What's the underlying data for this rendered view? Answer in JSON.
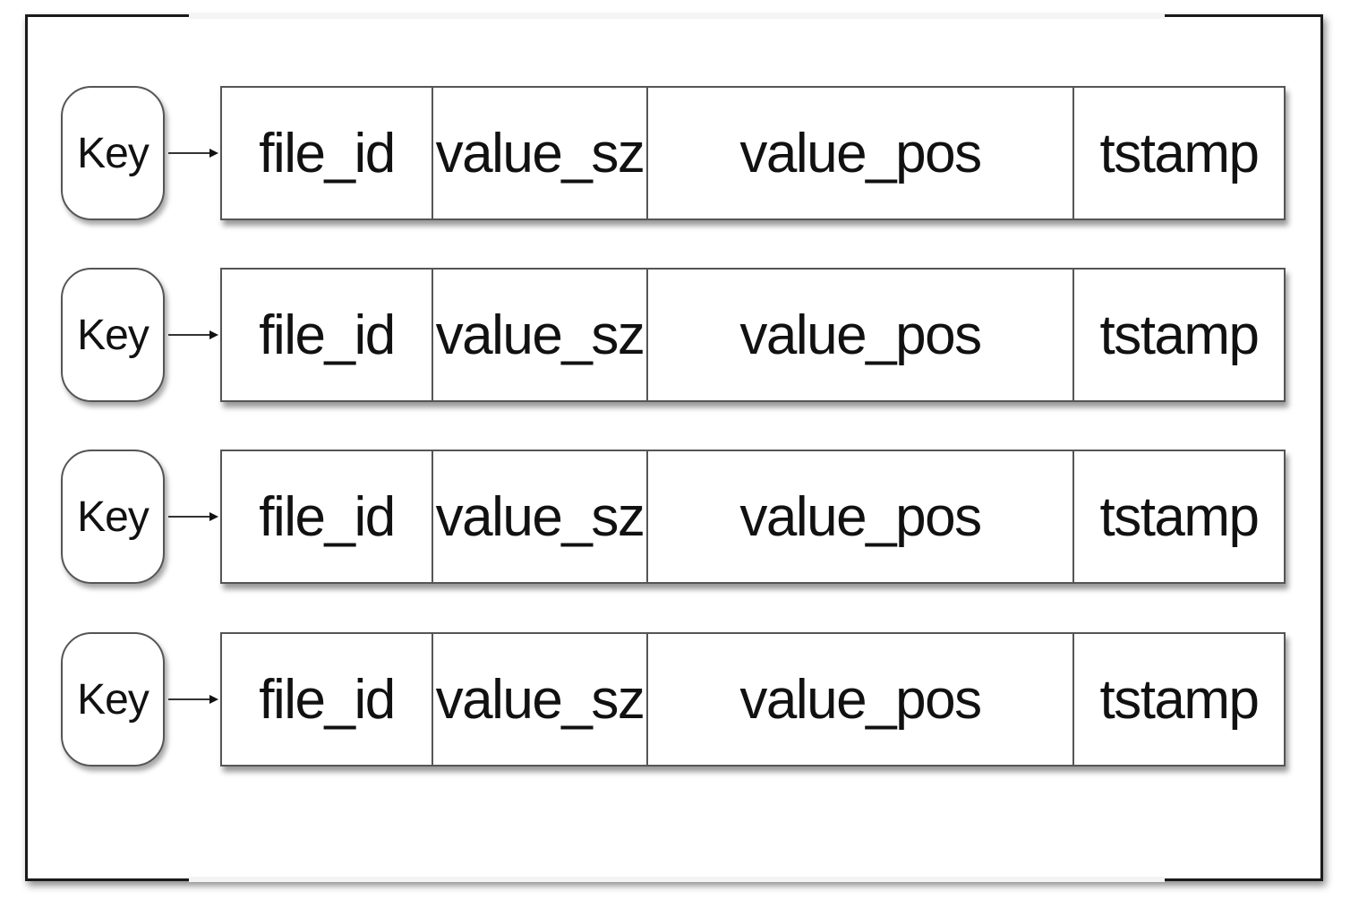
{
  "diagram": {
    "rows": [
      {
        "key": "Key",
        "fields": [
          "file_id",
          "value_sz",
          "value_pos",
          "tstamp"
        ]
      },
      {
        "key": "Key",
        "fields": [
          "file_id",
          "value_sz",
          "value_pos",
          "tstamp"
        ]
      },
      {
        "key": "Key",
        "fields": [
          "file_id",
          "value_sz",
          "value_pos",
          "tstamp"
        ]
      },
      {
        "key": "Key",
        "fields": [
          "file_id",
          "value_sz",
          "value_pos",
          "tstamp"
        ]
      }
    ]
  },
  "colors": {
    "stroke": "#555555",
    "frame": "#1a1a1a",
    "text": "#111111",
    "background": "#ffffff"
  }
}
